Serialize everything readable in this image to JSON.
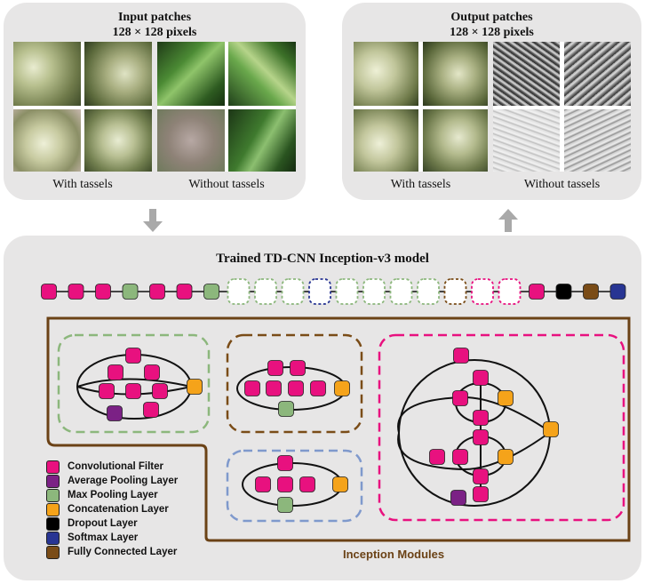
{
  "input": {
    "title_line1": "Input patches",
    "title_line2": "128 × 128 pixels",
    "caption_with": "With tassels",
    "caption_without": "Without tassels"
  },
  "output": {
    "title_line1": "Output patches",
    "title_line2": "128 × 128 pixels",
    "caption_with": "With tassels",
    "caption_without": "Without tassels"
  },
  "model": {
    "title": "Trained TD-CNN Inception-v3 model",
    "inception_label": "Inception Modules"
  },
  "colors": {
    "conv": "#e8117f",
    "avgpool": "#7b2185",
    "maxpool": "#8cb77c",
    "concat": "#f5a31a",
    "dropout": "#000000",
    "softmax": "#283593",
    "fc": "#7a4c17",
    "brown_border": "#6b4216",
    "green_dash": "#8cb77c",
    "brown_dash": "#7a4c17",
    "blue_dash": "#7f99cc",
    "pink_dash": "#e8117f",
    "navy_dash": "#283593"
  },
  "legend": [
    {
      "label": "Convolutional Filter",
      "color": "#e8117f"
    },
    {
      "label": "Average Pooling Layer",
      "color": "#7b2185"
    },
    {
      "label": "Max Pooling Layer",
      "color": "#8cb77c"
    },
    {
      "label": "Concatenation Layer",
      "color": "#f5a31a"
    },
    {
      "label": "Dropout Layer",
      "color": "#000000"
    },
    {
      "label": "Softmax Layer",
      "color": "#283593"
    },
    {
      "label": "Fully Connected Layer",
      "color": "#7a4c17"
    }
  ],
  "pipeline": [
    "conv",
    "conv",
    "conv",
    "maxpool",
    "conv",
    "conv",
    "maxpool",
    "green",
    "green",
    "green",
    "navy",
    "green",
    "green",
    "green",
    "green",
    "brown",
    "pink",
    "pink",
    "conv",
    "dropout",
    "fc",
    "softmax"
  ]
}
